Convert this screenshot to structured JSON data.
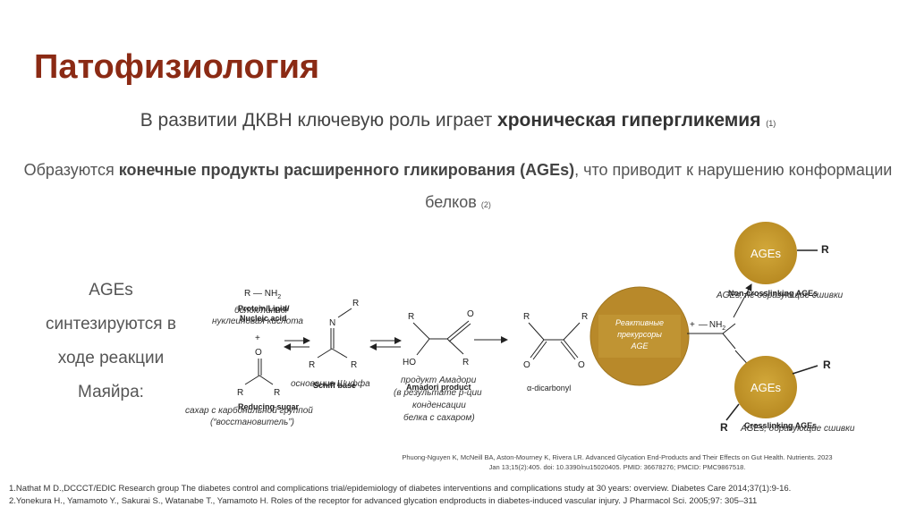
{
  "title": "Патофизиология",
  "line1": {
    "pre": "В развитии ДКВН ключевую роль играет ",
    "bold": "хроническая гипергликемия",
    "ref": "(1)"
  },
  "line2": {
    "pre": "Образуются ",
    "bold": "конечные продукты расширенного гликирования (AGEs)",
    "post": ", что приводит к нарушению конформации белков",
    "ref": "(2)"
  },
  "side_text": [
    "AGEs",
    "синтезируются в",
    "ходе реакции",
    "Маяйра:"
  ],
  "diagram": {
    "protein_en": "Protein/Lipid/",
    "protein_en2": "Nucleic acid",
    "protein_ru": "белок/липид/",
    "protein_ru2": "нуклеиновая кислота",
    "amine": "R — NH",
    "amine_sub": "2",
    "plus": "+",
    "reducing_sugar_en": "Reducing sugar",
    "reducing_sugar_ru": "сахар с карбонильной группой",
    "reducing_sugar_ru2": "(“восстановитель”)",
    "schiff_en": "Schiff base",
    "schiff_ru": "основание Шиффа",
    "amadori_en": "Amadori product",
    "amadori_ru": "продукт Амадори",
    "amadori_ru2": "(в результате р-ции",
    "amadori_ru3": "конденсации",
    "amadori_ru4": "белка с сахаром)",
    "dicarbonyl": "α-dicarbonyl",
    "precursor_l1": "Реактивные",
    "precursor_l2": "прекурсоры",
    "precursor_l3": "AGE",
    "ages": "AGEs",
    "R": "R",
    "N": "N",
    "O": "O",
    "HO": "HO",
    "non_cross_en": "Non-crosslinking AGEs",
    "non_cross_ru": "AGEs, не образующие сшивки",
    "cross_en": "Crosslinking AGEs",
    "cross_ru": "AGEs, образующие сшивки"
  },
  "citation": {
    "l1": "Phuong-Nguyen K, McNeill BA, Aston-Mourney K, Rivera LR. Advanced Glycation End-Products and Their Effects on Gut Health. Nutrients. 2023",
    "l2": "Jan 13;15(2):405. doi: 10.3390/nu15020405. PMID: 36678276; PMCID: PMC9867518."
  },
  "references": [
    "1.Nathat M D.,DCCCT/EDIC Research group The diabetes control and complications trial/epidemiology of diabetes interventions and complications study at 30 years: overview. Diabetes Care 2014;37(1):9-16.",
    "2.Yonekura H., Yamamoto Y., Sakurai S., Watanabe T., Yamamoto H. Roles of the receptor for advanced glycation endproducts in diabetes-induced vascular injury. J Pharmacol Sci. 2005;97: 305–311"
  ],
  "colors": {
    "title": "#8b2a14",
    "gold": "#c49a2c",
    "gold_dark": "#a37a1b",
    "precursor_inner": "#b5892a"
  }
}
